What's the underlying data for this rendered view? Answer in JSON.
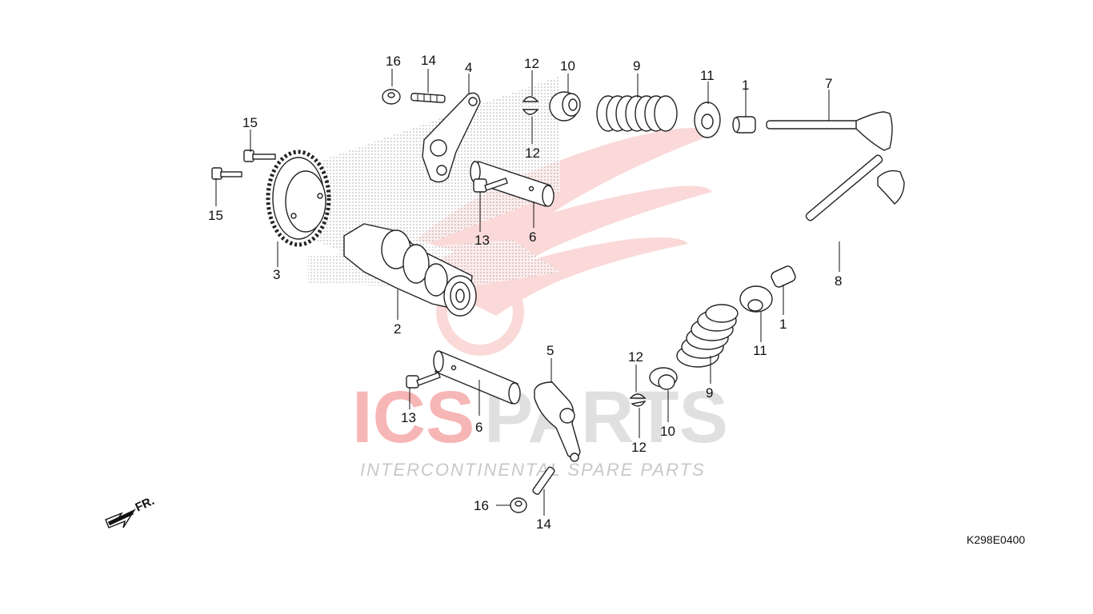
{
  "diagram": {
    "drawing_code": "K298E0400",
    "front_marker": "FR.",
    "watermark": {
      "brand_red": "ICS",
      "brand_gray": "PARTS",
      "tagline": "INTERCONTINENTAL SPARE PARTS",
      "red_color": "#e8322e",
      "gray_color": "#c8c8c8"
    },
    "callouts": [
      {
        "id": "c16a",
        "text": "16"
      },
      {
        "id": "c14a",
        "text": "14"
      },
      {
        "id": "c4",
        "text": "4"
      },
      {
        "id": "c12a",
        "text": "12"
      },
      {
        "id": "c10a",
        "text": "10"
      },
      {
        "id": "c9a",
        "text": "9"
      },
      {
        "id": "c11a",
        "text": "11"
      },
      {
        "id": "c1a",
        "text": "1"
      },
      {
        "id": "c7",
        "text": "7"
      },
      {
        "id": "c12b",
        "text": "12"
      },
      {
        "id": "c15a",
        "text": "15"
      },
      {
        "id": "c15b",
        "text": "15"
      },
      {
        "id": "c3",
        "text": "3"
      },
      {
        "id": "c13a",
        "text": "13"
      },
      {
        "id": "c6a",
        "text": "6"
      },
      {
        "id": "c8",
        "text": "8"
      },
      {
        "id": "c2",
        "text": "2"
      },
      {
        "id": "c1b",
        "text": "1"
      },
      {
        "id": "c11b",
        "text": "11"
      },
      {
        "id": "c5",
        "text": "5"
      },
      {
        "id": "c12c",
        "text": "12"
      },
      {
        "id": "c9b",
        "text": "9"
      },
      {
        "id": "c13b",
        "text": "13"
      },
      {
        "id": "c6b",
        "text": "6"
      },
      {
        "id": "c10b",
        "text": "10"
      },
      {
        "id": "c12d",
        "text": "12"
      },
      {
        "id": "c16b",
        "text": "16"
      },
      {
        "id": "c14b",
        "text": "14"
      }
    ]
  }
}
